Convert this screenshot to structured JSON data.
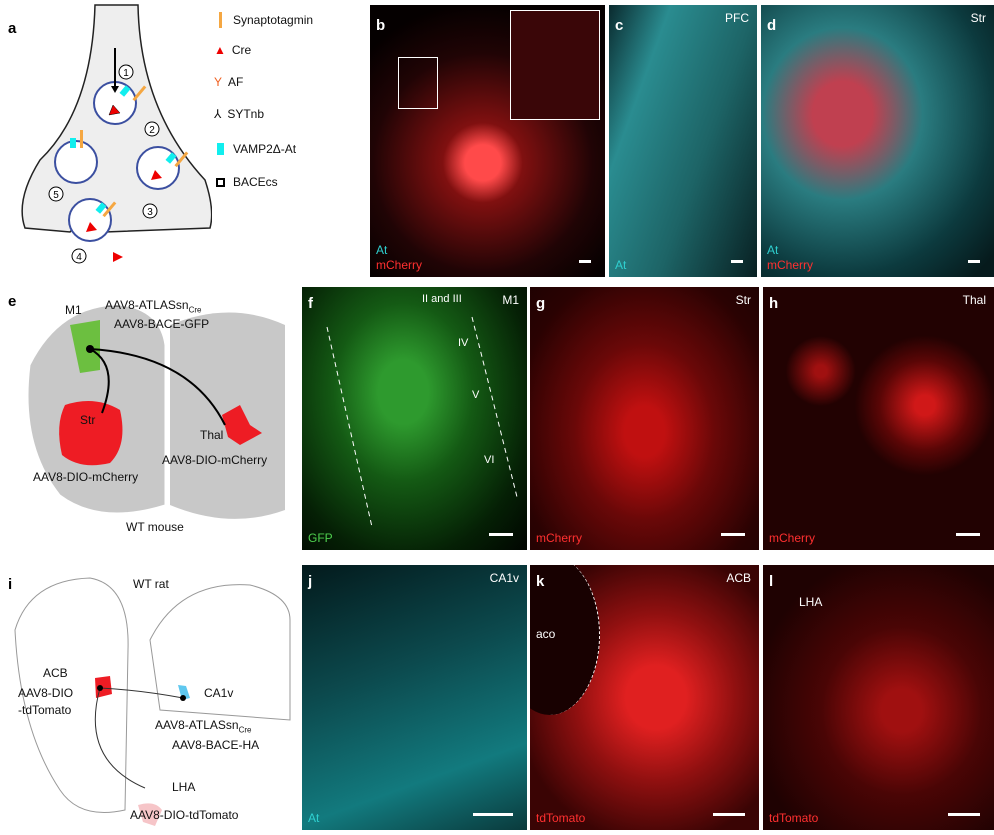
{
  "panels": {
    "a": {
      "label": "a",
      "legend": [
        "Synaptotagmin",
        "Cre",
        "AF",
        "SYTnb",
        "VAMP2Δ-At",
        "BACEcs"
      ],
      "steps": [
        "1",
        "2",
        "3",
        "4",
        "5"
      ]
    },
    "b": {
      "label": "b",
      "ch1": "At",
      "ch2": "mCherry"
    },
    "c": {
      "label": "c",
      "region": "PFC",
      "ch1": "At"
    },
    "d": {
      "label": "d",
      "region": "Str",
      "ch1": "At",
      "ch2": "mCherry"
    },
    "e": {
      "label": "e",
      "m1": "M1",
      "inj1": "AAV8-ATLASsn",
      "inj1_sub": "Cre",
      "inj2": "AAV8-BACE-GFP",
      "str": "Str",
      "thal": "Thal",
      "str_virus": "AAV8-DIO-mCherry",
      "thal_virus": "AAV8-DIO-mCherry",
      "animal": "WT mouse"
    },
    "f": {
      "label": "f",
      "region": "M1",
      "layers": [
        "II and III",
        "IV",
        "V",
        "VI"
      ],
      "ch1": "GFP"
    },
    "g": {
      "label": "g",
      "region": "Str",
      "ch1": "mCherry"
    },
    "h": {
      "label": "h",
      "region": "Thal",
      "ch1": "mCherry"
    },
    "i": {
      "label": "i",
      "animal": "WT rat",
      "acb": "ACB",
      "acb_virus1": "AAV8-DIO",
      "acb_virus2": "-tdTomato",
      "ca1v": "CA1v",
      "inj1": "AAV8-ATLASsn",
      "inj1_sub": "Cre",
      "inj2": "AAV8-BACE-HA",
      "lha": "LHA",
      "lha_virus": "AAV8-DIO-tdTomato"
    },
    "j": {
      "label": "j",
      "region": "CA1v",
      "ch1": "At"
    },
    "k": {
      "label": "k",
      "region": "ACB",
      "sub": "aco",
      "ch1": "tdTomato"
    },
    "l": {
      "label": "l",
      "region": "LHA",
      "ch1": "tdTomato"
    }
  },
  "colors": {
    "cyan": "#2fd0d0",
    "red": "#ff2a2a",
    "green": "#3fbf3f",
    "orange": "#f5a742"
  }
}
